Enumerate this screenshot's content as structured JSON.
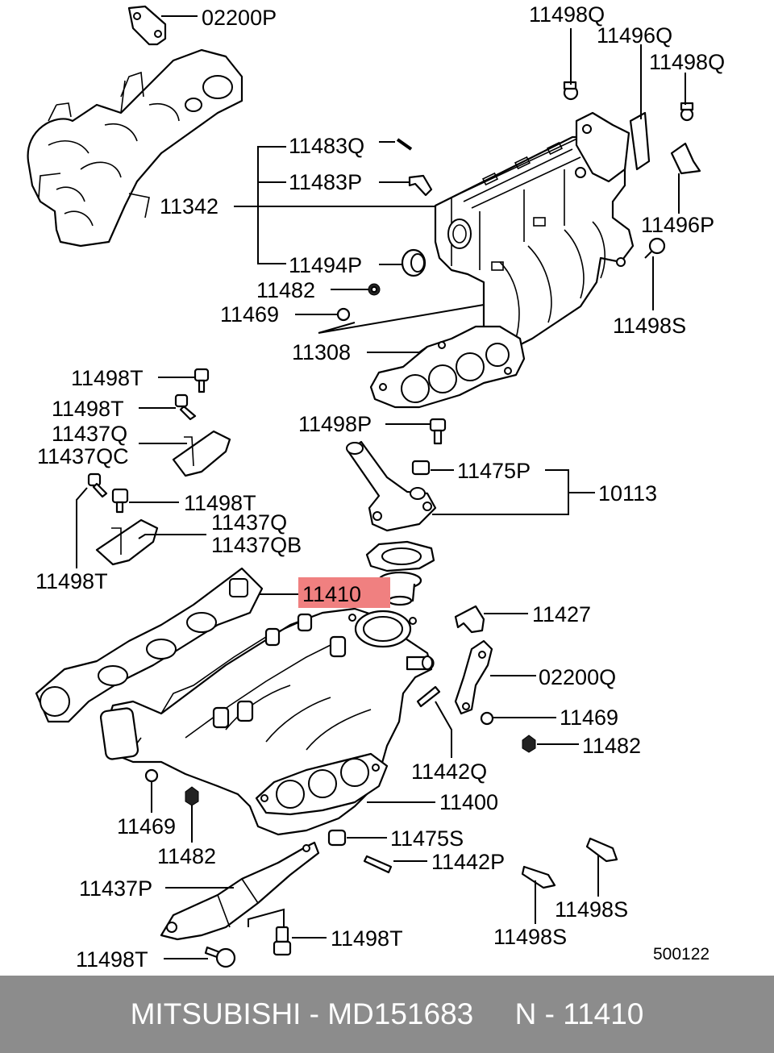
{
  "diagram": {
    "highlight_color": "#f08080",
    "labels": {
      "p02200P": "02200P",
      "p11498Q_a": "11498Q",
      "p11496Q": "11496Q",
      "p11498Q_b": "11498Q",
      "p11483Q": "11483Q",
      "p11483P": "11483P",
      "p11342": "11342",
      "p11496P": "11496P",
      "p11494P": "11494P",
      "p11482_a": "11482",
      "p11469_a": "11469",
      "p11498S_a": "11498S",
      "p11308": "11308",
      "p11498T_a": "11498T",
      "p11498T_b": "11498T",
      "p11437Q_a": "11437Q",
      "p11437QC": "11437QC",
      "p11498P": "11498P",
      "p11475P": "11475P",
      "p10113": "10113",
      "p11498T_c": "11498T",
      "p11437Q_b": "11437Q",
      "p11437QB": "11437QB",
      "p11498T_d": "11498T",
      "p11410": "11410",
      "p11427": "11427",
      "p02200Q": "02200Q",
      "p11469_b": "11469",
      "p11482_b": "11482",
      "p11442Q": "11442Q",
      "p11400": "11400",
      "p11469_c": "11469",
      "p11482_c": "11482",
      "p11475S": "11475S",
      "p11442P": "11442P",
      "p11437P": "11437P",
      "p11498S_b": "11498S",
      "p11498S_c": "11498S",
      "p11498T_e": "11498T",
      "p11498T_f": "11498T"
    },
    "code": "500122"
  },
  "footer": {
    "text": "MITSUBISHI - MD151683     N - 11410",
    "background": "#8c8c8c"
  }
}
